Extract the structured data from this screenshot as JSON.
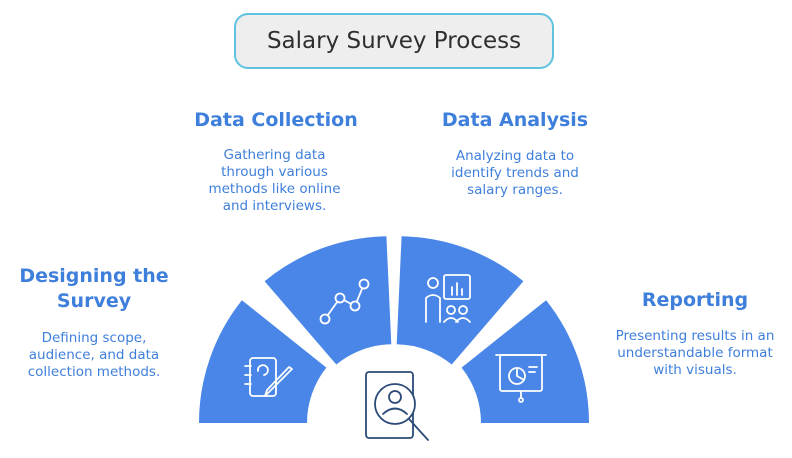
{
  "title": "Salary Survey Process",
  "colors": {
    "accent": "#3f7fdc",
    "segment": "#4a86e8",
    "title_border": "#5fc3df",
    "title_bg": "#eeeeee"
  },
  "steps": [
    {
      "title": "Designing the Survey",
      "title_lines": [
        "Designing the",
        "Survey"
      ],
      "description": "Defining scope, audience, and data collection methods.",
      "icon": "notebook-pen-icon"
    },
    {
      "title": "Data Collection",
      "title_lines": [
        "Data Collection"
      ],
      "description": "Gathering data through various methods like online and interviews.",
      "icon": "line-chart-icon"
    },
    {
      "title": "Data Analysis",
      "title_lines": [
        "Data Analysis"
      ],
      "description": "Analyzing data to identify trends and salary ranges.",
      "icon": "presentation-audience-icon"
    },
    {
      "title": "Reporting",
      "title_lines": [
        "Reporting"
      ],
      "description": "Presenting results in an understandable format with visuals.",
      "icon": "projector-screen-icon"
    }
  ],
  "center_icon": "person-search-icon"
}
